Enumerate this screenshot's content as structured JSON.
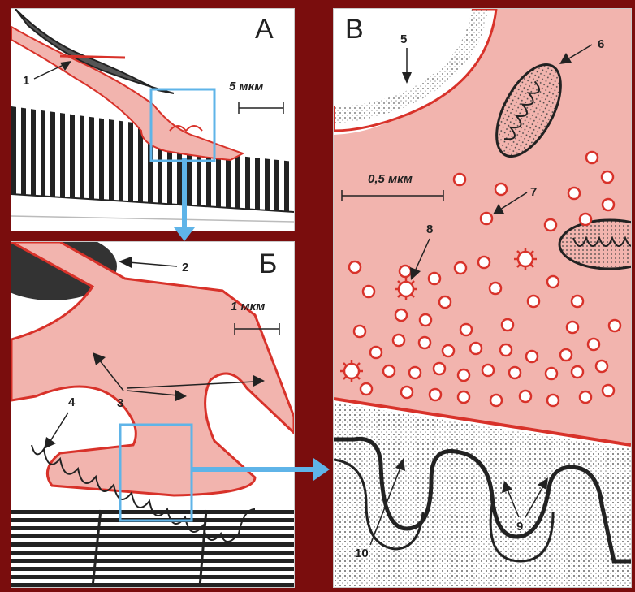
{
  "panels": {
    "a": {
      "letter": "А",
      "scale": "5 мкм"
    },
    "b": {
      "letter": "Б",
      "scale": "1 мкм"
    },
    "c": {
      "letter": "В",
      "scale": "0,5 мкм"
    }
  },
  "labels": {
    "l1": "1",
    "l2": "2",
    "l3": "3",
    "l4": "4",
    "l5": "5",
    "l6": "6",
    "l7": "7",
    "l8": "8",
    "l9": "9",
    "l10": "10"
  },
  "colors": {
    "frame": "#7a0d0d",
    "axon_fill": "#f2b4ae",
    "axon_edge": "#d8322a",
    "highlight_box": "#5fb4e8",
    "ink": "#222222"
  }
}
